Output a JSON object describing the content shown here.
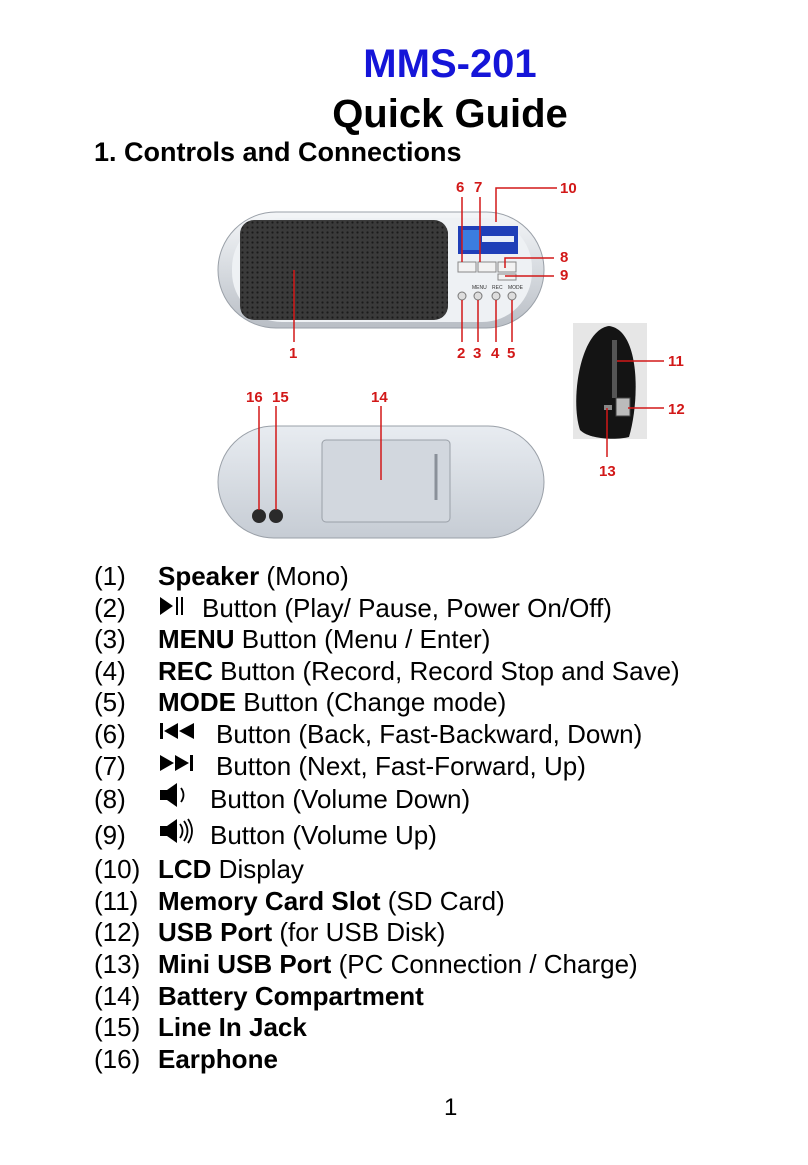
{
  "header": {
    "model": "MMS-201",
    "doc_title": "Quick Guide",
    "section_title": "1.  Controls and Connections"
  },
  "figure_labels": [
    "1",
    "2",
    "3",
    "4",
    "5",
    "6",
    "7",
    "8",
    "9",
    "10",
    "11",
    "12",
    "13",
    "14",
    "15",
    "16"
  ],
  "device_button_labels": [
    "MENU",
    "REC",
    "MODE"
  ],
  "items": [
    {
      "num": "(1)",
      "bold": "Speaker",
      "rest": " (Mono)",
      "icon": ""
    },
    {
      "num": "(2)",
      "bold": "",
      "rest": "Button (Play/ Pause, Power On/Off)",
      "icon": "play-pause-icon"
    },
    {
      "num": "(3)",
      "bold": "MENU",
      "rest": " Button (Menu / Enter)",
      "icon": ""
    },
    {
      "num": "(4)",
      "bold": "REC",
      "rest": " Button (Record, Record Stop and Save)",
      "icon": ""
    },
    {
      "num": "(5)",
      "bold": "MODE",
      "rest": " Button (Change mode)",
      "icon": ""
    },
    {
      "num": "(6)",
      "bold": "",
      "rest": "Button (Back, Fast-Backward, Down)",
      "icon": "skip-back-icon"
    },
    {
      "num": "(7)",
      "bold": "",
      "rest": "Button (Next, Fast-Forward, Up)",
      "icon": "skip-forward-icon"
    },
    {
      "num": "(8)",
      "bold": "",
      "rest": "Button (Volume Down)",
      "icon": "volume-down-icon"
    },
    {
      "num": "(9)",
      "bold": "",
      "rest": "Button (Volume Up)",
      "icon": "volume-up-icon"
    },
    {
      "num": "(10)",
      "bold": "LCD",
      "rest": " Display",
      "icon": ""
    },
    {
      "num": "(11)",
      "bold": "Memory Card Slot",
      "rest": " (SD Card)",
      "icon": ""
    },
    {
      "num": "(12)",
      "bold": "USB Port",
      "rest": " (for USB Disk)",
      "icon": ""
    },
    {
      "num": "(13)",
      "bold": "Mini USB Port",
      "rest": " (PC Connection / Charge)",
      "icon": ""
    },
    {
      "num": "(14)",
      "bold": "Battery Compartment",
      "rest": "",
      "icon": ""
    },
    {
      "num": "(15)",
      "bold": "Line In Jack",
      "rest": "",
      "icon": ""
    },
    {
      "num": "(16)",
      "bold": "Earphone",
      "rest": "",
      "icon": ""
    }
  ],
  "page_number": "1"
}
